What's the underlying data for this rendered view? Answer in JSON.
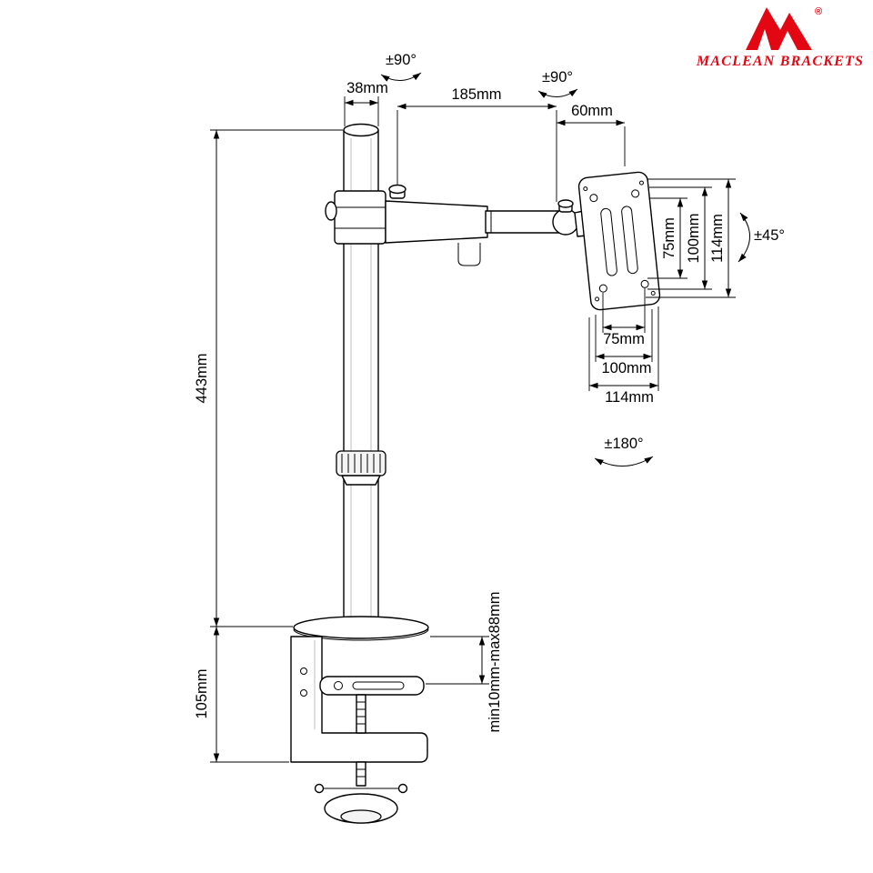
{
  "brand": {
    "wordmark": "MACLEAN BRACKETS",
    "registered_mark": "®",
    "accent_color": "#e30613"
  },
  "diagram": {
    "labels": {
      "rotation_pole": "±90°",
      "rotation_arm": "±90°",
      "tilt": "±45°",
      "swivel": "±180°",
      "pole_diameter": "38mm",
      "arm_length": "185mm",
      "head_offset": "60mm",
      "vesa_vertical_75": "75mm",
      "vesa_vertical_100": "100mm",
      "vesa_vertical_114": "114mm",
      "vesa_horizontal_75": "75mm",
      "vesa_horizontal_100": "100mm",
      "vesa_horizontal_114": "114mm",
      "pole_height": "443mm",
      "clamp_height": "105mm",
      "desk_thickness_range": "min10mm-max88mm"
    }
  }
}
